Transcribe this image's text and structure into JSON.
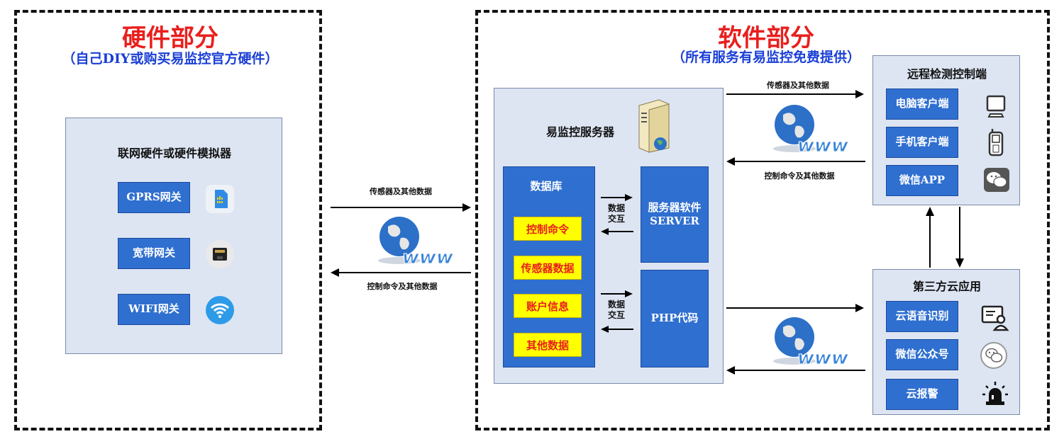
{
  "hardware": {
    "title": "硬件部分",
    "subtitle": "（自己DIY或购买易监控官方硬件）",
    "panel_title": "联网硬件或硬件模拟器",
    "gateways": [
      {
        "label": "GPRS网关",
        "icon": "sim-card-icon"
      },
      {
        "label": "宽带网关",
        "icon": "ethernet-port-icon"
      },
      {
        "label": "WIFI网关",
        "icon": "wifi-icon"
      }
    ]
  },
  "software": {
    "title": "软件部分",
    "subtitle": "（所有服务有易监控免费提供）",
    "server_title": "易监控服务器",
    "database": {
      "label": "数据库",
      "items": [
        "控制命令",
        "传感器数据",
        "账户信息",
        "其他数据"
      ]
    },
    "server_software": "服务器软件\nSERVER",
    "php": "PHP代码",
    "exchange_label": "数据\n交互"
  },
  "links": {
    "sensor_data": "传感器及其他数据",
    "control_data": "控制命令及其他数据"
  },
  "remote": {
    "title": "远程检测控制端",
    "items": [
      {
        "label": "电脑客户端",
        "icon": "computer-icon"
      },
      {
        "label": "手机客户端",
        "icon": "mobile-phone-icon"
      },
      {
        "label": "微信APP",
        "icon": "wechat-icon"
      }
    ]
  },
  "cloud": {
    "title": "第三方云应用",
    "items": [
      {
        "label": "云语音识别",
        "icon": "voice-recognition-icon"
      },
      {
        "label": "微信公众号",
        "icon": "wechat-official-icon"
      },
      {
        "label": "云报警",
        "icon": "alarm-light-icon"
      }
    ]
  },
  "colors": {
    "title_red": "#e8201e",
    "subtitle_blue": "#1a3fd6",
    "box_blue": "#2f6fd0",
    "panel_bg": "#dde5f3",
    "highlight_yellow": "#ffff00"
  }
}
